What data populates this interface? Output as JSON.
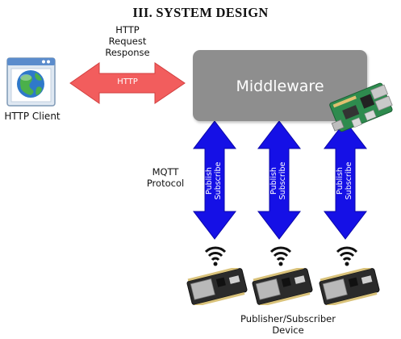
{
  "heading": "III. SYSTEM DESIGN",
  "http_client": {
    "label": "HTTP Client"
  },
  "http_link": {
    "label_line1": "HTTP",
    "label_line2": "Request",
    "label_line3": "Response",
    "arrow_text": "HTTP",
    "color": "#f25d5d"
  },
  "middleware": {
    "title": "Middleware",
    "color": "#8e8e8e"
  },
  "mqtt": {
    "label_line1": "MQTT",
    "label_line2": "Protocol"
  },
  "links": [
    {
      "line1": "Publish",
      "line2": "Subscribe"
    },
    {
      "line1": "Publish",
      "line2": "Subscribe"
    },
    {
      "line1": "Publish",
      "line2": "Subscribe"
    }
  ],
  "arrow_color": "#1510e6",
  "devices": {
    "label_line1": "Publisher/Subscriber",
    "label_line2": "Device",
    "icon": "wifi-icon"
  }
}
